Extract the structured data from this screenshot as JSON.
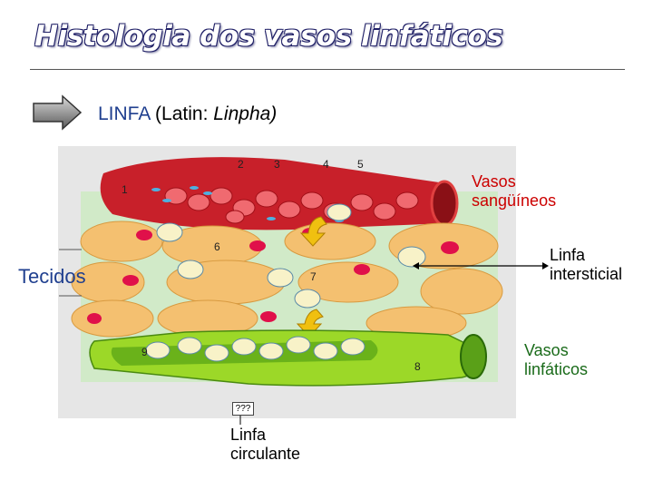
{
  "page_title": "Histologia dos vasos linfáticos",
  "subtitle": {
    "linfa": "LINFA",
    "latin_prefix": "(Latin: ",
    "latin_word": "Linpha)"
  },
  "labels": {
    "vasos_sanguineos": "Vasos\nsangüíneos",
    "linfa_intersticial": "Linfa\nintersticial",
    "vasos_linfaticos": "Vasos\nlinfáticos",
    "tecidos": "Tecidos",
    "linfa_circulante": "Linfa\ncirculante",
    "unknown_box": "???"
  },
  "figure_numbers": [
    "1",
    "2",
    "3",
    "4",
    "5",
    "6",
    "7",
    "8",
    "9"
  ],
  "colors": {
    "blood_vessel": "#c8202a",
    "tissue_cells": "#f4c070",
    "nucleus": "#e0104a",
    "lymph_vessel": "#9cd828",
    "figure_background": "#e8e8e8",
    "arrow_yellow": "#f0c010"
  }
}
